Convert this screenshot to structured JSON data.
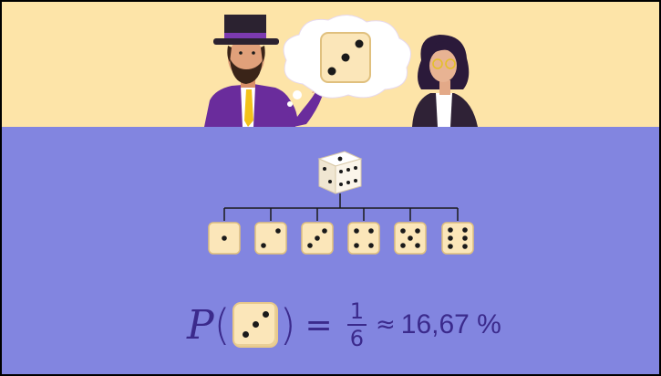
{
  "formula": {
    "p_label": "P",
    "open_paren": "(",
    "close_paren": ")",
    "equals": "=",
    "fraction_numerator": "1",
    "fraction_denominator": "6",
    "approx": "≈",
    "percentage": "16,67 %"
  },
  "thought_bubble": {
    "die_face": 3
  },
  "tree": {
    "root": "die-3d",
    "outcome_faces": [
      1,
      2,
      3,
      4,
      5,
      6
    ]
  },
  "colors": {
    "top_background": "#fde4a8",
    "bottom_background": "#8285e0",
    "die_face": "#fbe6b9",
    "formula_text": "#3b2a8c",
    "suit_purple": "#6a2c9c"
  }
}
